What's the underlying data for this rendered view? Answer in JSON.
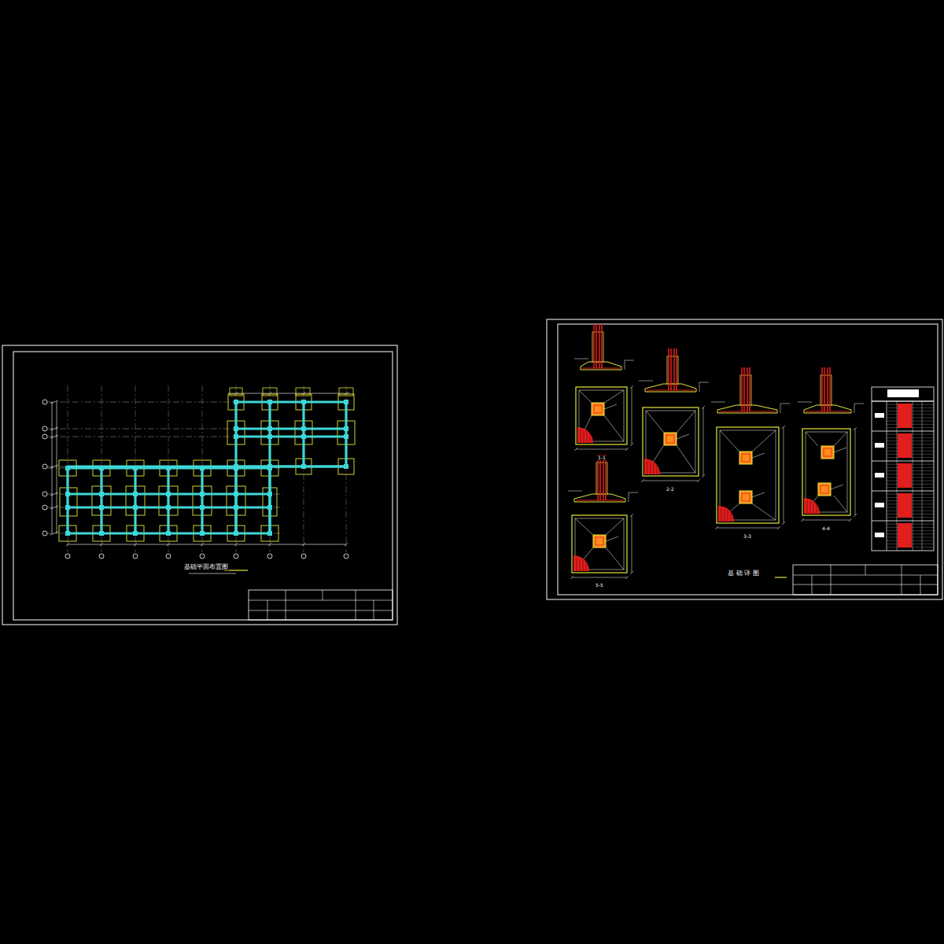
{
  "diagram": {
    "labels": [
      "基础平面布置图",
      "1-1",
      "2-2",
      "3-3",
      "4-4",
      "5-5",
      "基 础 详 图"
    ]
  }
}
